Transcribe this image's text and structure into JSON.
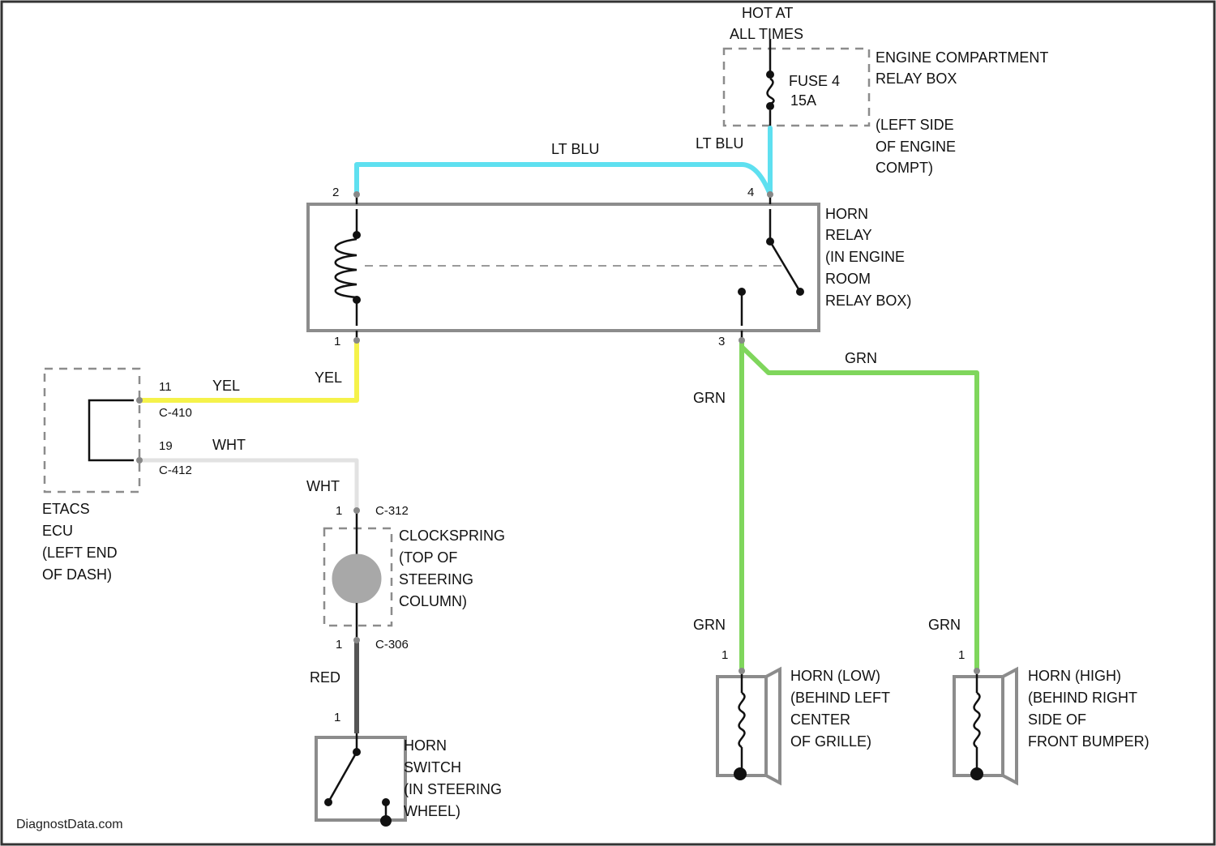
{
  "colors": {
    "lt_blu": "#5ee0f0",
    "yel": "#f5f24a",
    "wht": "#e2e2e2",
    "grn": "#7fd65c",
    "blk": "#555555",
    "component_outline": "#8c8c8c"
  },
  "power": {
    "hot_line1": "HOT AT",
    "hot_line2": "ALL TIMES"
  },
  "fuse": {
    "line1": "FUSE 4",
    "line2": "15A"
  },
  "relay_box": {
    "line1": "ENGINE COMPARTMENT",
    "line2": "RELAY BOX",
    "line3": "(LEFT SIDE",
    "line4": "OF ENGINE",
    "line5": "COMPT)"
  },
  "horn_relay": {
    "line1": "HORN",
    "line2": "RELAY",
    "line3": "(IN ENGINE",
    "line4": "ROOM",
    "line5": "RELAY BOX)",
    "pin_coil_top": "2",
    "pin_switch_top": "4",
    "pin_coil_bottom": "1",
    "pin_switch_bottom": "3"
  },
  "wires": {
    "lt_blu_left": "LT BLU",
    "lt_blu_right": "LT BLU",
    "yel_1": "YEL",
    "yel_2": "YEL",
    "wht_1": "WHT",
    "wht_2": "WHT",
    "grn_top": "GRN",
    "grn_mid": "GRN",
    "grn_low_left": "GRN",
    "grn_low_right": "GRN",
    "red": "RED"
  },
  "ecu": {
    "pin_a": "11",
    "conn_a": "C-410",
    "pin_b": "19",
    "conn_b": "C-412",
    "line1": "ETACS",
    "line2": "ECU",
    "line3": "(LEFT END",
    "line4": "OF DASH)"
  },
  "clockspring": {
    "conn_top_pin": "1",
    "conn_top": "C-312",
    "conn_bottom_pin": "1",
    "conn_bottom": "C-306",
    "line1": "CLOCKSPRING",
    "line2": "(TOP OF",
    "line3": "STEERING",
    "line4": "COLUMN)"
  },
  "horn_switch": {
    "pin": "1",
    "line1": "HORN",
    "line2": "SWITCH",
    "line3": "(IN STEERING",
    "line4": "WHEEL)"
  },
  "horn_low": {
    "pin": "1",
    "line1": "HORN (LOW)",
    "line2": "(BEHIND LEFT",
    "line3": "CENTER",
    "line4": "OF GRILLE)"
  },
  "horn_high": {
    "pin": "1",
    "line1": "HORN (HIGH)",
    "line2": "(BEHIND RIGHT",
    "line3": "SIDE OF",
    "line4": "FRONT BUMPER)"
  },
  "watermark": "DiagnostData.com"
}
